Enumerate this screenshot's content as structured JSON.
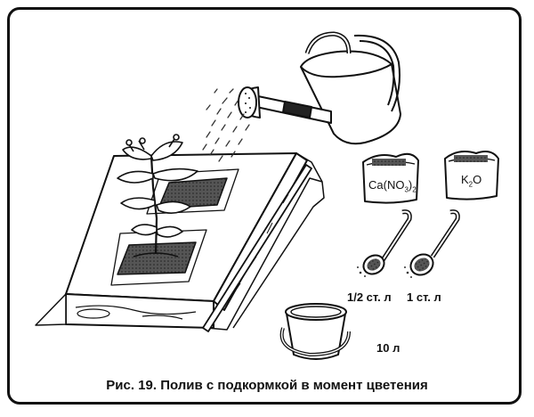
{
  "caption": "Рис. 19.  Полив с подкормкой в момент цветения",
  "bags": [
    {
      "chem_main": "Ca(NO",
      "chem_sub1": "3",
      "chem_close": ")",
      "chem_sub2": "2"
    },
    {
      "chem_main": "K",
      "chem_sub1": "2",
      "chem_close": "O"
    }
  ],
  "spoons": [
    {
      "label": "1/2 ст. л"
    },
    {
      "label": "1 ст. л"
    }
  ],
  "bucket": {
    "label": "10 л"
  },
  "icons": [
    "watering-can-icon",
    "seedling-icon",
    "spoon-icon",
    "bucket-icon",
    "fertilizer-bag-icon",
    "garden-bed-icon"
  ]
}
